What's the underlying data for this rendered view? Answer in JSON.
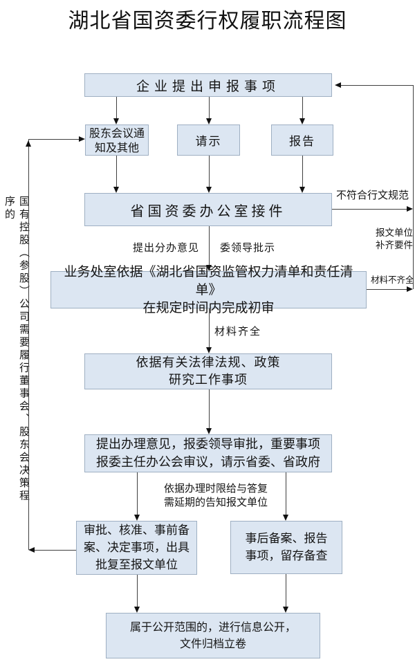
{
  "title": "湖北省国资委行权履职流程图",
  "side_note": "国有控股（参股）公司需要履行董事会、股东会决策程序的",
  "boxes": {
    "declare": "企业提出申报事项",
    "shareholder_notice": "股东会议通\n知及其他",
    "request": "请示",
    "report": "报告",
    "office_receive": "省国资委办公室接件",
    "initial_review": "业务处室依据《湖北省国资监管权力清单和责任清单》\n在规定时间内完成初审",
    "research": "依据有关法律法规、政策\n研究工作事项",
    "handling_opinion": "提出办理意见，报委领导审批，重要事项\n报委主任办公会审议，请示省委、省政府",
    "approval_reply": "审批、核准、事前备\n案、决定事项，出具\n批复至报文单位",
    "post_filing": "事后备案、报告\n事项，留存备查",
    "disclosure": "属于公开范围的，进行信息公开，\n文件归档立卷"
  },
  "labels": {
    "assign_opinion": "提出分办意见",
    "leader_instruction": "委领导批示",
    "nonstandard_doc": "不符合行文规范",
    "supplement": "报文单位\n补齐要件",
    "incomplete_material": "材料不齐全",
    "complete_material": "材料齐全",
    "deadline_note": "依据办理时限给与答复\n需延期的告知报文单位"
  },
  "colors": {
    "box_fill": "#dce6f2",
    "box_border": "#9eafc2",
    "line": "#3f3f3f",
    "text": "#141414"
  }
}
